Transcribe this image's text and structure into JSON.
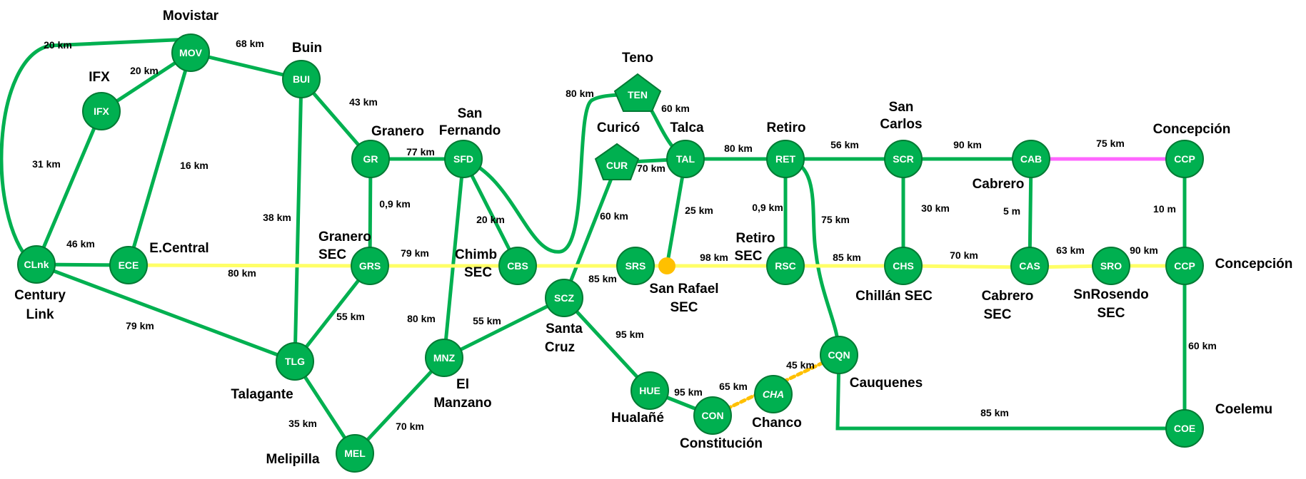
{
  "colors": {
    "node_fill": "#00b050",
    "node_stroke": "#007a33",
    "green_link": "#00b050",
    "sec_link": "#ffff66",
    "pink_link": "#ff66ff",
    "orange_link": "#ffc000",
    "junction": "#ffc000"
  },
  "nodes": {
    "mov": {
      "code": "MOV",
      "name": "Movistar"
    },
    "bui": {
      "code": "BUI",
      "name": "Buin"
    },
    "ifx": {
      "code": "IFX",
      "name": "IFX"
    },
    "gr": {
      "code": "GR",
      "name": "Granero"
    },
    "sfd": {
      "code": "SFD",
      "name": "San Fernando"
    },
    "ten": {
      "code": "TEN",
      "name": "Teno"
    },
    "cur": {
      "code": "CUR",
      "name": "Curicó"
    },
    "tal": {
      "code": "TAL",
      "name": "Talca"
    },
    "ret": {
      "code": "RET",
      "name": "Retiro"
    },
    "scr": {
      "code": "SCR",
      "name": "San Carlos"
    },
    "cab": {
      "code": "CAB",
      "name": "Cabrero"
    },
    "ccp1": {
      "code": "CCP",
      "name": "Concepción"
    },
    "clnk": {
      "code": "CLnk",
      "name": "Century Link"
    },
    "ece": {
      "code": "ECE",
      "name": "E.Central"
    },
    "grs": {
      "code": "GRS",
      "name": "Granero SEC"
    },
    "cbs": {
      "code": "CBS",
      "name": "Chimb SEC"
    },
    "srs": {
      "code": "SRS",
      "name": "San Rafael SEC"
    },
    "rsc": {
      "code": "RSC",
      "name": "Retiro SEC"
    },
    "chs": {
      "code": "CHS",
      "name": "Chillán SEC"
    },
    "cas": {
      "code": "CAS",
      "name": "Cabrero SEC"
    },
    "sro": {
      "code": "SRO",
      "name": "SnRosendo SEC"
    },
    "ccp2": {
      "code": "CCP",
      "name": "Concepción"
    },
    "scz": {
      "code": "SCZ",
      "name": "Santa Cruz"
    },
    "tlg": {
      "code": "TLG",
      "name": "Talagante"
    },
    "mnz": {
      "code": "MNZ",
      "name": "El Manzano"
    },
    "mel": {
      "code": "MEL",
      "name": "Melipilla"
    },
    "hue": {
      "code": "HUE",
      "name": "Hualañé"
    },
    "con": {
      "code": "CON",
      "name": "Constitución"
    },
    "cha": {
      "code": "CHA",
      "name": "Chanco"
    },
    "cqn": {
      "code": "CQN",
      "name": "Cauquenes"
    },
    "coe": {
      "code": "COE",
      "name": "Coelemu"
    }
  },
  "links": {
    "clnk_mov": "20 km",
    "ifx_mov": "20 km",
    "mov_bui": "68 km",
    "clnk_ifx": "31 km",
    "ece_mov": "16 km",
    "bui_gr": "43 km",
    "bui_tlg": "38 km",
    "gr_sfd": "77 km",
    "gr_grs": "0,9 km",
    "sfd_cbs": "20 km",
    "sfd_ten": "80 km",
    "ten_tal": "60 km",
    "cur_tal": "70 km",
    "cur_scz": "60 km",
    "tal_ret": "80 km",
    "ret_scr": "56 km",
    "scr_cab": "90 km",
    "cab_ccp": "75 km",
    "tal_srs": "25 km",
    "ret_rsc": "0,9 km",
    "ret_cqn": "75 km",
    "scr_chs": "30 km",
    "cab_cas": "5 m",
    "ccp_ccp": "10 m",
    "clnk_ece": "46 km",
    "ece_grs": "80 km",
    "grs_cbs": "79 km",
    "cbs_srs": "85 km",
    "srs_rsc": "98 km",
    "rsc_chs": "85 km",
    "chs_cas": "70 km",
    "cas_sro": "63 km",
    "sro_ccp": "90 km",
    "clnk_tlg": "79 km",
    "grs_tlg": "55 km",
    "sfd_mnz": "80 km",
    "mnz_scz": "55 km",
    "scz_hue": "95 km",
    "tlg_mel": "35 km",
    "mnz_mel": "70 km",
    "hue_con": "95 km",
    "con_cha": "65 km",
    "cha_cqn": "45 km",
    "cqn_coe": "85 km",
    "ccp_coe": "60 km"
  }
}
